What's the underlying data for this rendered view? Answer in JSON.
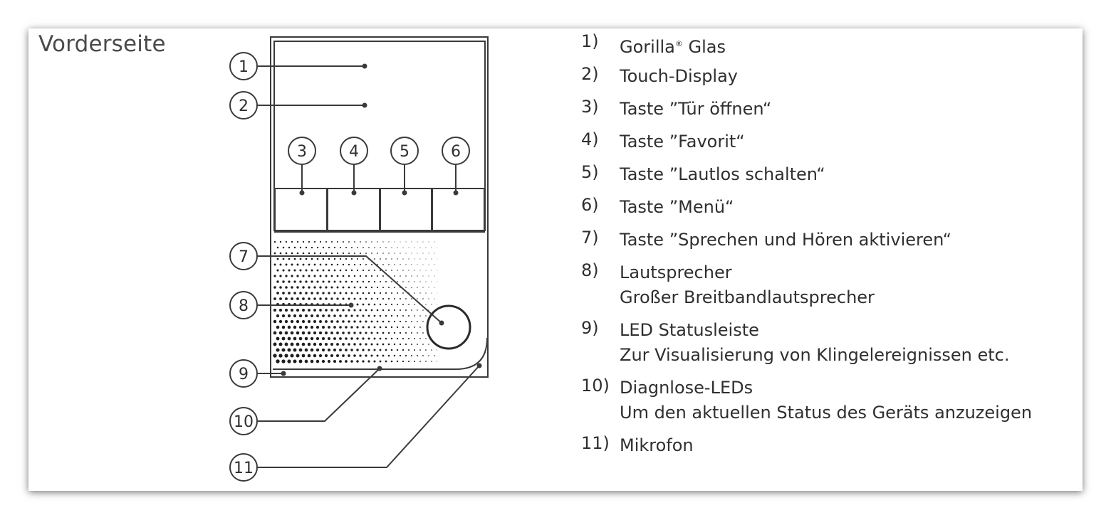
{
  "section_title": "Vorderseite",
  "callouts": [
    "1",
    "2",
    "3",
    "4",
    "5",
    "6",
    "7",
    "8",
    "9",
    "10",
    "11"
  ],
  "legend": [
    {
      "num": "1)",
      "label": "Gorilla",
      "sup": "®",
      "label_rest": " Glas",
      "sub": ""
    },
    {
      "num": "2)",
      "label": "Touch-Display",
      "sup": "",
      "label_rest": "",
      "sub": ""
    },
    {
      "num": "3)",
      "label": "Taste ”Tür öffnen“",
      "sup": "",
      "label_rest": "",
      "sub": ""
    },
    {
      "num": "4)",
      "label": "Taste ”Favorit“",
      "sup": "",
      "label_rest": "",
      "sub": ""
    },
    {
      "num": "5)",
      "label": "Taste ”Lautlos schalten“",
      "sup": "",
      "label_rest": "",
      "sub": ""
    },
    {
      "num": "6)",
      "label": "Taste ”Menü“",
      "sup": "",
      "label_rest": "",
      "sub": ""
    },
    {
      "num": "7)",
      "label": "Taste ”Sprechen und Hören aktivieren“",
      "sup": "",
      "label_rest": "",
      "sub": ""
    },
    {
      "num": "8)",
      "label": "Lautsprecher",
      "sup": "",
      "label_rest": "",
      "sub": "Großer Breitbandlautsprecher"
    },
    {
      "num": "9)",
      "label": "LED Statusleiste",
      "sup": "",
      "label_rest": "",
      "sub": "Zur Visualisierung von Klingelereignissen etc."
    },
    {
      "num": "10)",
      "label": "Diagnlose-LEDs",
      "sup": "",
      "label_rest": "",
      "sub": "Um den aktuellen Status des Geräts anzuzeigen"
    },
    {
      "num": "11)",
      "label": "Mikrofon",
      "sup": "",
      "label_rest": "",
      "sub": ""
    }
  ]
}
